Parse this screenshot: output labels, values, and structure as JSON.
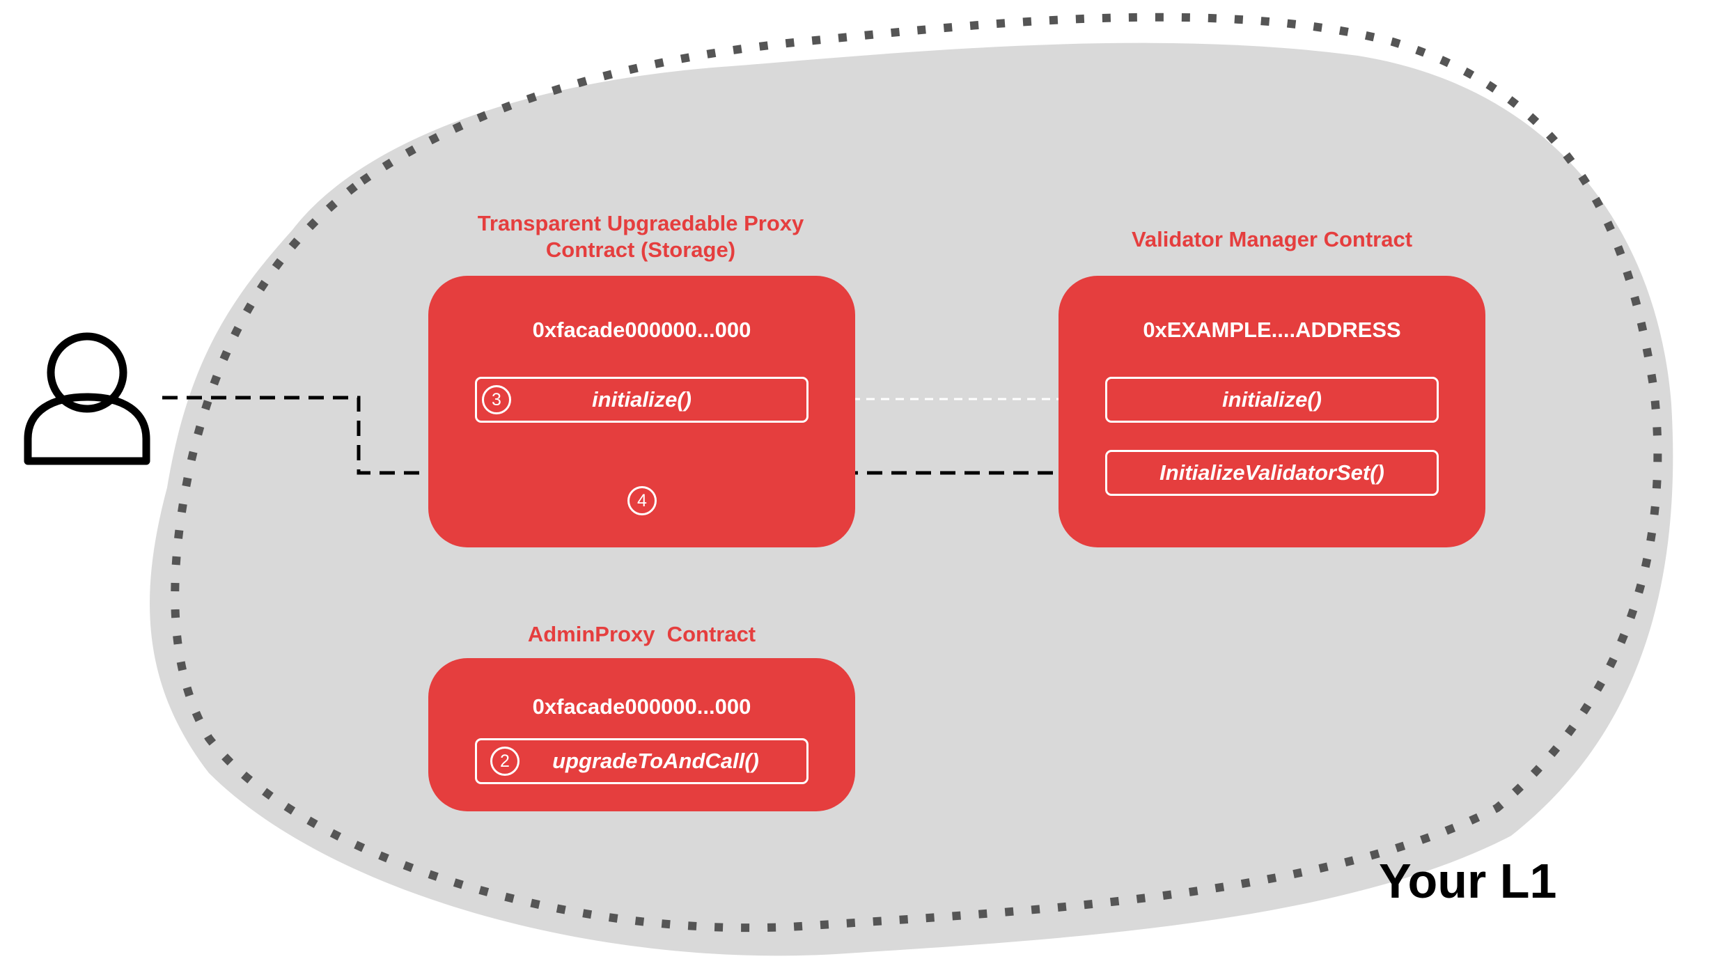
{
  "l1_label": "Your L1",
  "proxy_contract": {
    "title_line1": "Transparent Upgraedable Proxy",
    "title_line2": "Contract (Storage)",
    "address": "0xfacade000000...000",
    "method": "initialize()",
    "method_step": "3",
    "step_below": "4"
  },
  "validator_contract": {
    "title": "Validator Manager Contract",
    "address": "0xEXAMPLE....ADDRESS",
    "method_1": "initialize()",
    "method_2": "InitializeValidatorSet()"
  },
  "admin_contract": {
    "title": "AdminProxy  Contract",
    "address": "0xfacade000000...000",
    "method": "upgradeToAndCall()",
    "method_step": "2"
  },
  "colors": {
    "accent": "#e53e3e",
    "region_fill": "#d9d9d9",
    "region_border": "#555555",
    "text_dark": "#000000",
    "on_accent": "#ffffff"
  },
  "icons": {
    "user": "user-icon"
  }
}
